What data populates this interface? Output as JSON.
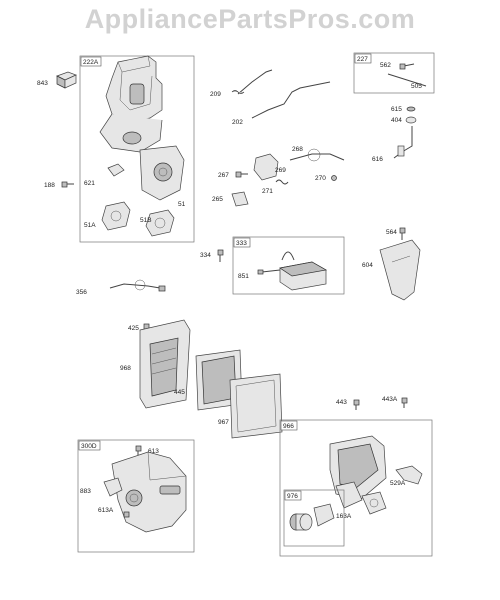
{
  "watermark": "AppliancePartsPros.com",
  "callouts": {
    "c843": "843",
    "c222A": "222A",
    "c188": "188",
    "c621": "621",
    "c51A": "51A",
    "c51B": "51B",
    "c51": "51",
    "c209": "209",
    "c202": "202",
    "c268": "268",
    "c269": "269",
    "c270": "270",
    "c267": "267",
    "c271": "271",
    "c265": "265",
    "c227": "227",
    "c562": "562",
    "c505": "505",
    "c615": "615",
    "c404": "404",
    "c616": "616",
    "c333": "333",
    "c334": "334",
    "c851": "851",
    "c564": "564",
    "c604": "604",
    "c356": "356",
    "c425": "425",
    "c968": "968",
    "c445": "445",
    "c967": "967",
    "c443": "443",
    "c443A": "443A",
    "c966": "966",
    "c529A": "529A",
    "c976": "976",
    "c163A": "163A",
    "c300D": "300D",
    "c613": "613",
    "c883": "883",
    "c613A": "613A"
  }
}
